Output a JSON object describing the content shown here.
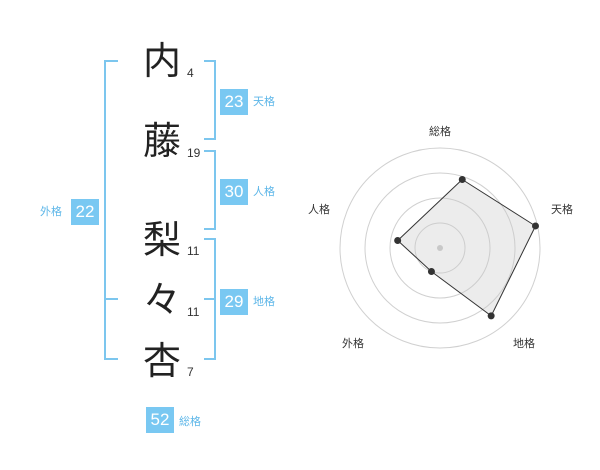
{
  "characters": [
    {
      "char": "内",
      "strokes": "4"
    },
    {
      "char": "藤",
      "strokes": "19"
    },
    {
      "char": "梨",
      "strokes": "11"
    },
    {
      "char": "々",
      "strokes": "11"
    },
    {
      "char": "杏",
      "strokes": "7"
    }
  ],
  "scores": {
    "tenkaku": {
      "value": "23",
      "label": "天格"
    },
    "jinkaku": {
      "value": "30",
      "label": "人格"
    },
    "chikaku": {
      "value": "29",
      "label": "地格"
    },
    "gaikaku": {
      "value": "22",
      "label": "外格"
    },
    "soukaku": {
      "value": "52",
      "label": "総格"
    }
  },
  "radar": {
    "labels": {
      "top": "総格",
      "right": "天格",
      "bottom_right": "地格",
      "bottom_left": "外格",
      "left": "人格"
    },
    "rings": 4,
    "levels": {
      "soukaku": 0.72,
      "tenkaku": 0.98,
      "chikaku": 0.85,
      "gaikaku": 0.25,
      "jinkaku": 0.43
    }
  }
}
